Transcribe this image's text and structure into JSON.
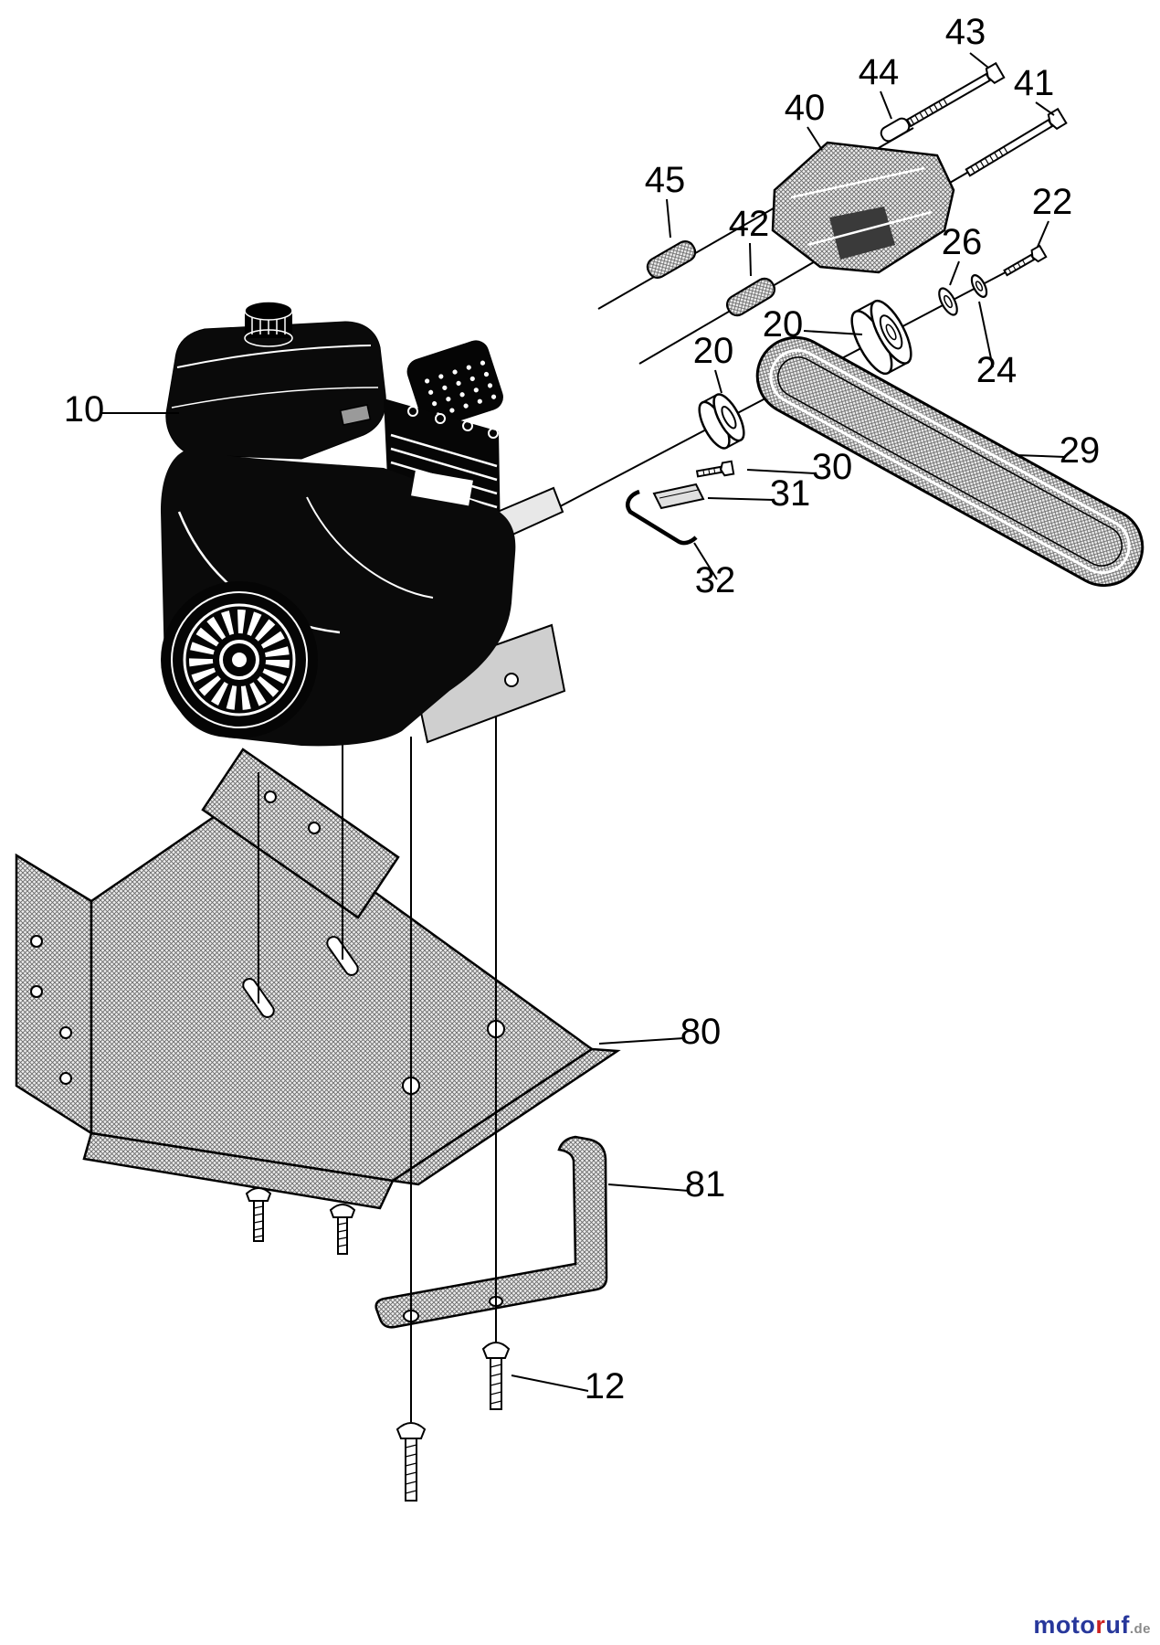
{
  "diagram": {
    "type": "exploded-parts-diagram",
    "colors": {
      "background": "#ffffff",
      "line": "#000000",
      "hatch": "#666666",
      "engine_fill": "#0a0a0a"
    },
    "callouts": [
      {
        "text": "43"
      },
      {
        "text": "44"
      },
      {
        "text": "41"
      },
      {
        "text": "40"
      },
      {
        "text": "45"
      },
      {
        "text": "42"
      },
      {
        "text": "22"
      },
      {
        "text": "26"
      },
      {
        "text": "20"
      },
      {
        "text": "24"
      },
      {
        "text": "20"
      },
      {
        "text": "10"
      },
      {
        "text": "29"
      },
      {
        "text": "30"
      },
      {
        "text": "31"
      },
      {
        "text": "32"
      },
      {
        "text": "80"
      },
      {
        "text": "81"
      },
      {
        "text": "12"
      }
    ]
  },
  "watermark": {
    "brand_prefix": "moto",
    "brand_accent": "r",
    "brand_suffix": "uf",
    "domain_suffix": ".de",
    "brand_color": "#27379b",
    "accent_color": "#cc2222",
    "suffix_color": "#8a8a8a"
  }
}
